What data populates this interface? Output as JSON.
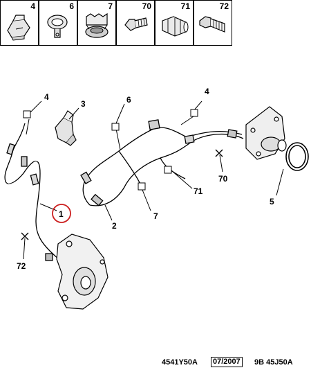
{
  "legend": [
    {
      "number": "4",
      "icon": "clip-fastener-icon"
    },
    {
      "number": "6",
      "icon": "cable-clip-icon"
    },
    {
      "number": "7",
      "icon": "grommet-holder-icon"
    },
    {
      "number": "70",
      "icon": "screw-icon"
    },
    {
      "number": "71",
      "icon": "hose-clip-icon"
    },
    {
      "number": "72",
      "icon": "bolt-icon"
    }
  ],
  "callouts": [
    {
      "id": "4-left",
      "label": "4"
    },
    {
      "id": "3",
      "label": "3"
    },
    {
      "id": "6",
      "label": "6"
    },
    {
      "id": "4-right",
      "label": "4"
    },
    {
      "id": "70",
      "label": "70"
    },
    {
      "id": "71",
      "label": "71"
    },
    {
      "id": "5",
      "label": "5"
    },
    {
      "id": "2",
      "label": "2"
    },
    {
      "id": "7",
      "label": "7"
    },
    {
      "id": "1",
      "label": "1"
    },
    {
      "id": "72",
      "label": "72"
    }
  ],
  "highlight_color": "#cc1f1f",
  "footer": {
    "code": "4541Y50A",
    "date": "07/2007",
    "model": "9B 45J50A"
  }
}
